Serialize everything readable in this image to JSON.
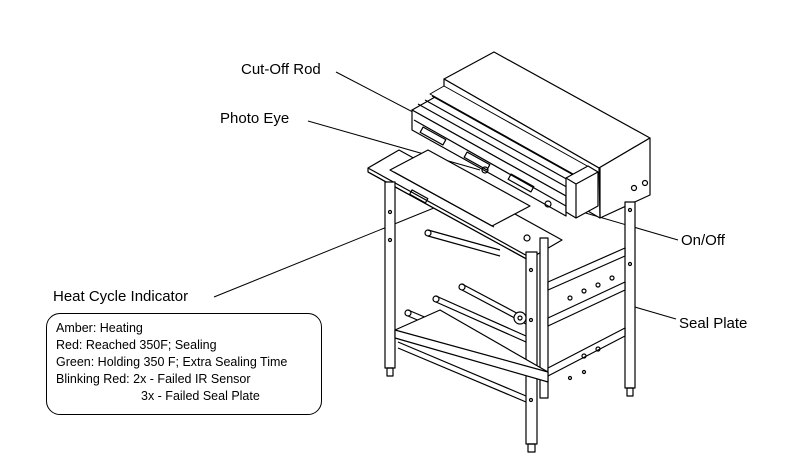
{
  "labels": {
    "cutoff_rod": "Cut-Off Rod",
    "photo_eye": "Photo Eye",
    "heat_cycle_indicator": "Heat Cycle Indicator",
    "on_off": "On/Off",
    "seal_plate": "Seal Plate"
  },
  "legend": {
    "amber": "Amber: Heating",
    "red": "Red: Reached 350F; Sealing",
    "green": "Green: Holding 350 F; Extra Sealing Time",
    "blinking_red_1": "Blinking Red: 2x - Failed IR Sensor",
    "blinking_red_2": "3x - Failed Seal Plate"
  }
}
